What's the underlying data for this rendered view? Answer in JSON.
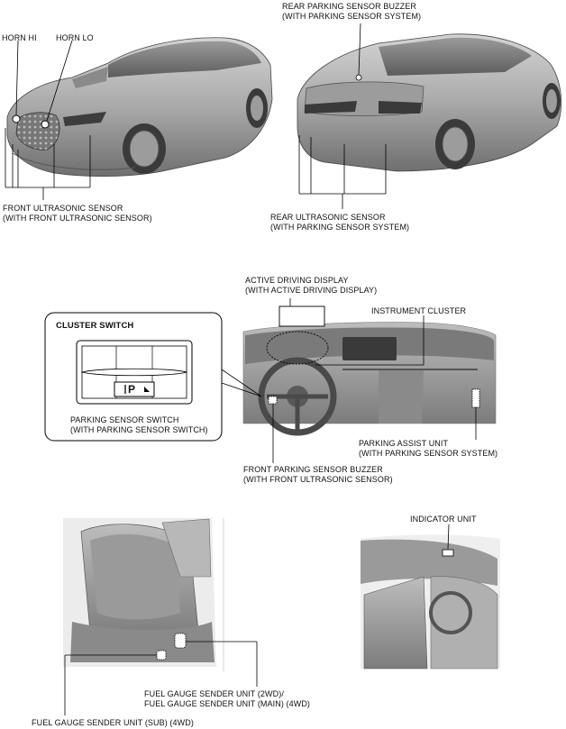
{
  "labels": {
    "horn_hi": "HORN HI",
    "horn_lo": "HORN LO",
    "front_sensor": [
      "FRONT ULTRASONIC SENSOR",
      "(WITH FRONT ULTRASONIC SENSOR)"
    ],
    "rear_buzzer": [
      "REAR PARKING SENSOR BUZZER",
      "(WITH PARKING SENSOR SYSTEM)"
    ],
    "rear_sensor": [
      "REAR ULTRASONIC SENSOR",
      "(WITH PARKING SENSOR SYSTEM)"
    ],
    "active_display": [
      "ACTIVE DRIVING DISPLAY",
      "(WITH ACTIVE DRIVING DISPLAY)"
    ],
    "instrument_cluster": "INSTRUMENT CLUSTER",
    "cluster_switch": "CLUSTER SWITCH",
    "parking_switch": [
      "PARKING SENSOR SWITCH",
      "(WITH PARKING SENSOR SWITCH)"
    ],
    "parking_assist": [
      "PARKING ASSIST UNIT",
      "(WITH PARKING SENSOR SYSTEM)"
    ],
    "front_buzzer": [
      "FRONT PARKING SENSOR BUZZER",
      "(WITH FRONT ULTRASONIC SENSOR)"
    ],
    "indicator_unit": "INDICATOR UNIT",
    "fuel_main": [
      "FUEL GAUGE SENDER UNIT (2WD)/",
      "FUEL GAUGE SENDER UNIT (MAIN) (4WD)"
    ],
    "fuel_sub": "FUEL GAUGE SENDER UNIT (SUB) (4WD)",
    "switch_glyph": "P"
  }
}
